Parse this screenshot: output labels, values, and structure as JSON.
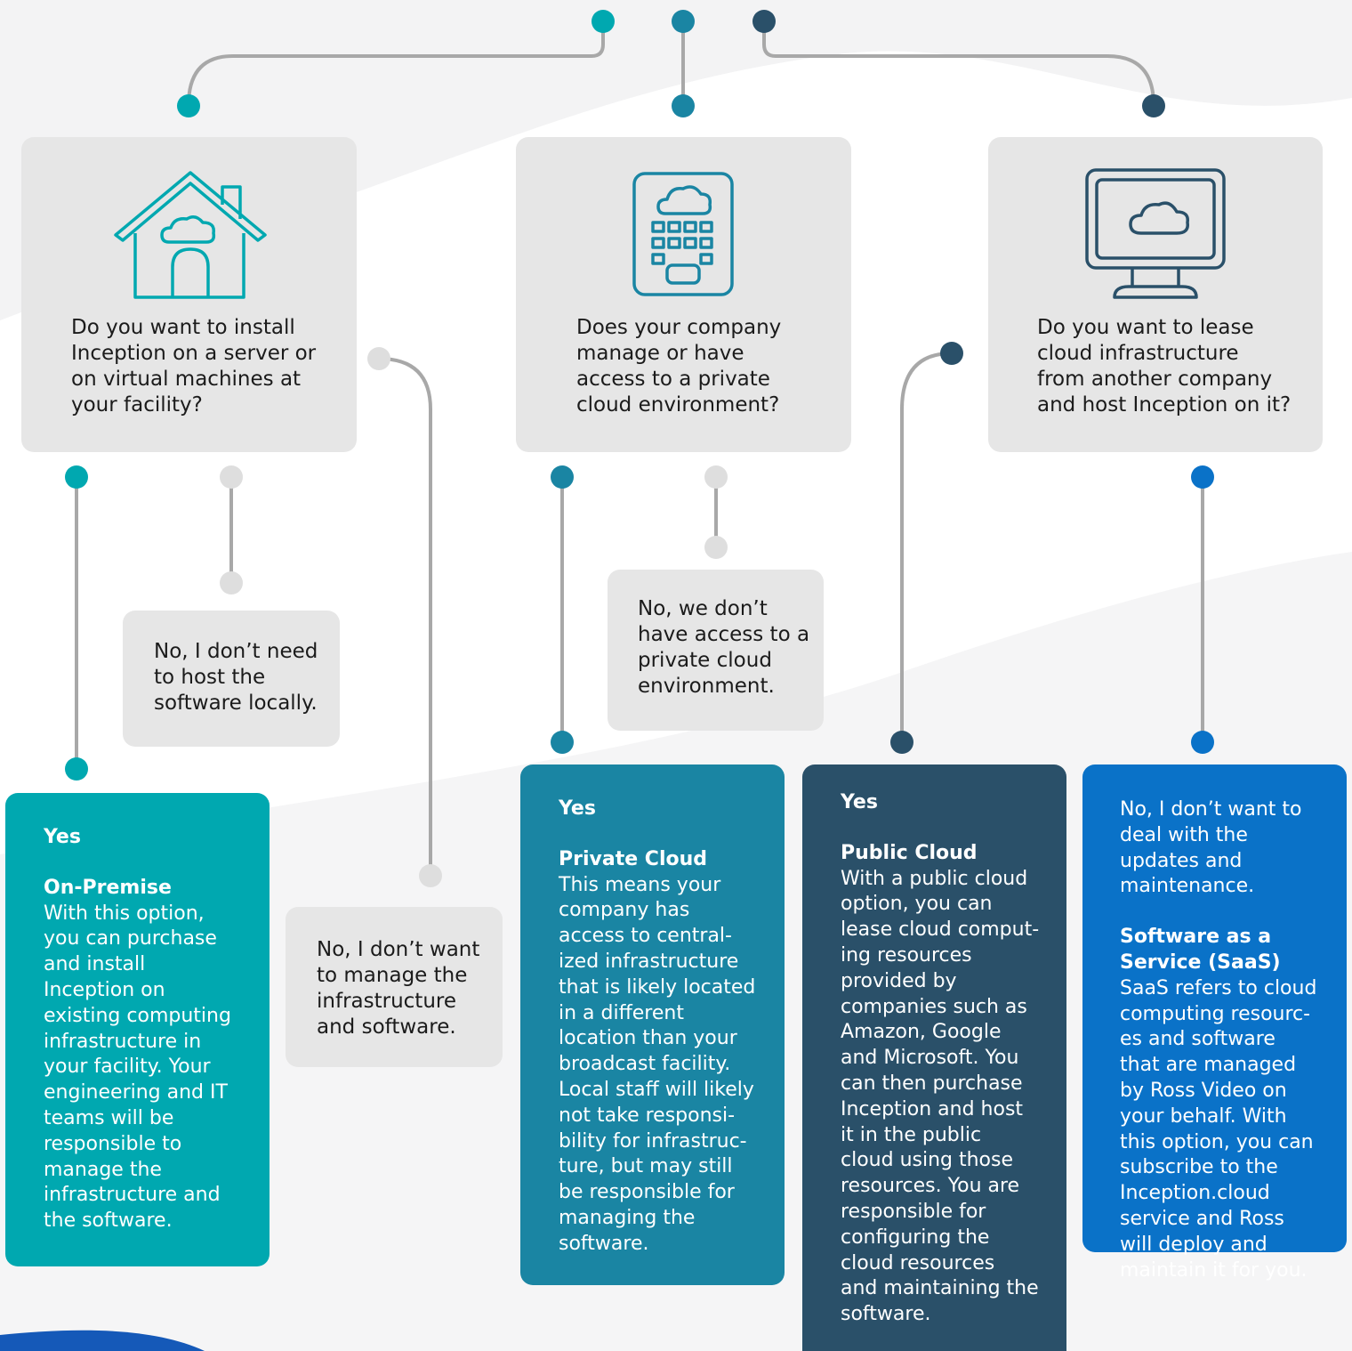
{
  "colors": {
    "teal": "#00a8b0",
    "blue_teal": "#1a85a3",
    "navy": "#2a5069",
    "blue": "#0a72c8",
    "grey_box": "#e6e6e6",
    "grey_dot": "#dedede",
    "connector": "#a8a8a8"
  },
  "questions": [
    {
      "id": "on-premise",
      "icon": "house-cloud-icon",
      "text": "Do you want to install\nInception on a server or\non virtual machines at\nyour facility?"
    },
    {
      "id": "private-cloud",
      "icon": "building-cloud-icon",
      "text": "Does your company\nmanage or have\naccess to a private\ncloud environment?"
    },
    {
      "id": "public-cloud",
      "icon": "monitor-cloud-icon",
      "text": "Do you want to lease\ncloud infrastructure\nfrom another company\nand host Inception on it?"
    }
  ],
  "no_answers": [
    {
      "id": "no-local",
      "text": "No, I don’t need\nto host the\nsoftware locally."
    },
    {
      "id": "no-private",
      "text": "No, we don’t\nhave access to a\nprivate cloud\nenvironment."
    },
    {
      "id": "no-manage",
      "text": "No, I don’t want\nto manage the\ninfrastructure\nand software."
    }
  ],
  "answers": [
    {
      "id": "on-premise",
      "yes": "Yes",
      "title": "On-Premise",
      "desc": "With this option,\nyou can purchase\nand install\nInception on\nexisting computing\ninfrastructure in\nyour facility. Your\nengineering and IT\nteams will be\nresponsible to\nmanage the\ninfrastructure and\nthe software."
    },
    {
      "id": "private-cloud",
      "yes": "Yes",
      "title": "Private Cloud",
      "desc": "This means your\ncompany has\naccess to central-\nized infrastructure\nthat is likely located\nin a different\nlocation than your\nbroadcast facility.\nLocal staff will likely\nnot take responsi-\nbility for infrastruc-\nture, but may still\nbe responsible for\nmanaging the\nsoftware."
    },
    {
      "id": "public-cloud",
      "yes": "Yes",
      "title": "Public Cloud",
      "desc": "With a public cloud\noption, you can\nlease cloud comput-\ning resources\nprovided by\ncompanies such as\nAmazon, Google\nand Microsoft. You\ncan then purchase\nInception and host\nit in the public\ncloud using those\nresources. You are\nresponsible for\nconfiguring the\ncloud resources\nand maintaining the\nsoftware."
    },
    {
      "id": "saas",
      "lead": "No, I don’t want to\ndeal with the\nupdates and\nmaintenance.",
      "title": "Software as a\nService (SaaS)",
      "desc": "SaaS refers to cloud\ncomputing resourc-\nes and software\nthat are managed\nby Ross Video on\nyour behalf. With\nthis option, you can\nsubscribe to the\nInception.cloud\nservice and Ross\nwill deploy and\nmaintain it for you."
    }
  ]
}
